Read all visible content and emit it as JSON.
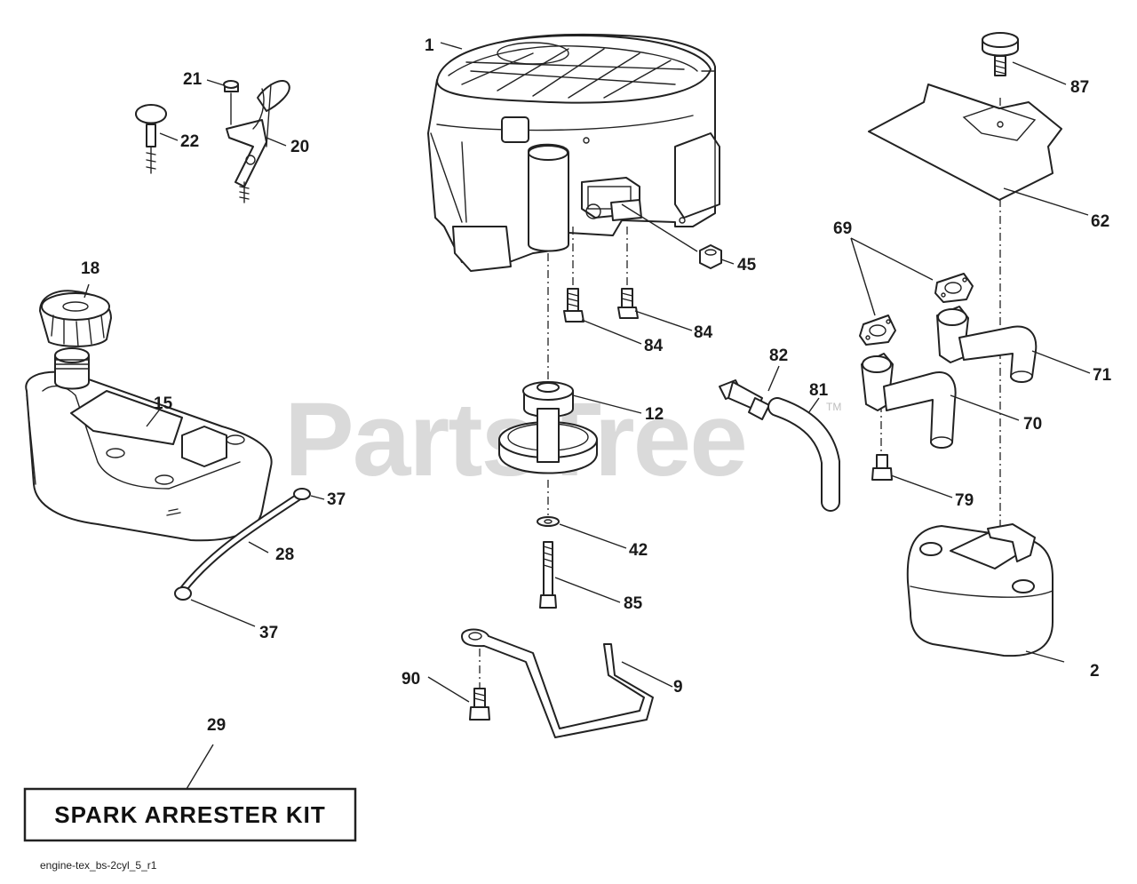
{
  "watermark": {
    "text": "PartsTree",
    "tm": "TM"
  },
  "kit_label": "SPARK ARRESTER KIT",
  "footer": "engine-tex_bs-2cyl_5_r1",
  "callouts": {
    "c1": "1",
    "c2": "2",
    "c9": "9",
    "c12": "12",
    "c15": "15",
    "c18": "18",
    "c20": "20",
    "c21": "21",
    "c22": "22",
    "c28": "28",
    "c29": "29",
    "c37a": "37",
    "c37b": "37",
    "c42": "42",
    "c45": "45",
    "c62": "62",
    "c69": "69",
    "c70": "70",
    "c71": "71",
    "c79": "79",
    "c81": "81",
    "c82": "82",
    "c84a": "84",
    "c84b": "84",
    "c85": "85",
    "c87": "87",
    "c90": "90"
  }
}
